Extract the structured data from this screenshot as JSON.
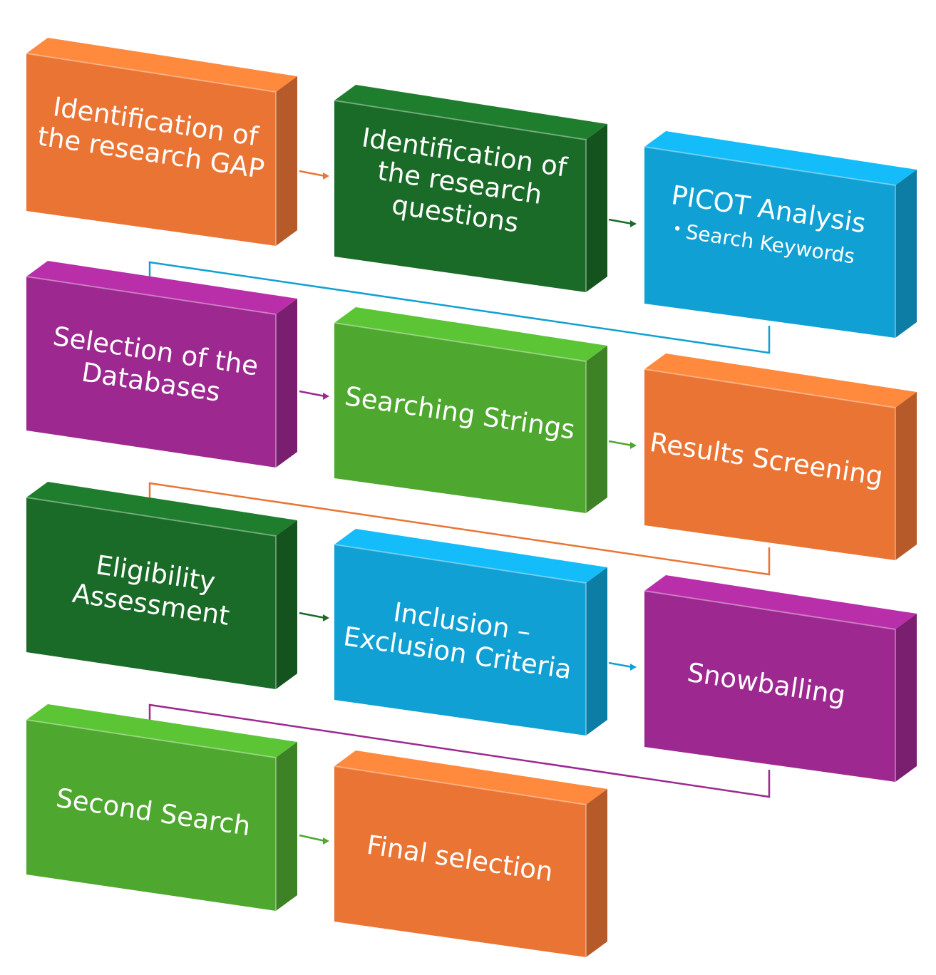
{
  "colors": {
    "orange": "#ea7434",
    "dark-green": "#1a6b27",
    "blue": "#11a0d3",
    "purple": "#9d2890",
    "light-green": "#4ea72e"
  },
  "steps": [
    {
      "label": "Identification of the research GAP",
      "color": "orange"
    },
    {
      "label": "Identification of the research questions",
      "color": "dark-green"
    },
    {
      "label": "PICOT Analysis",
      "sub": "Search Keywords",
      "color": "blue"
    },
    {
      "label": "Selection of the Databases",
      "color": "purple"
    },
    {
      "label": "Searching Strings",
      "color": "light-green"
    },
    {
      "label": "Results Screening",
      "color": "orange"
    },
    {
      "label": "Eligibility Assessment",
      "color": "dark-green"
    },
    {
      "label": "Inclusion – Exclusion Criteria",
      "color": "blue"
    },
    {
      "label": "Snowballing",
      "color": "purple"
    },
    {
      "label": "Second Search",
      "color": "light-green"
    },
    {
      "label": "Final selection",
      "color": "orange"
    }
  ]
}
